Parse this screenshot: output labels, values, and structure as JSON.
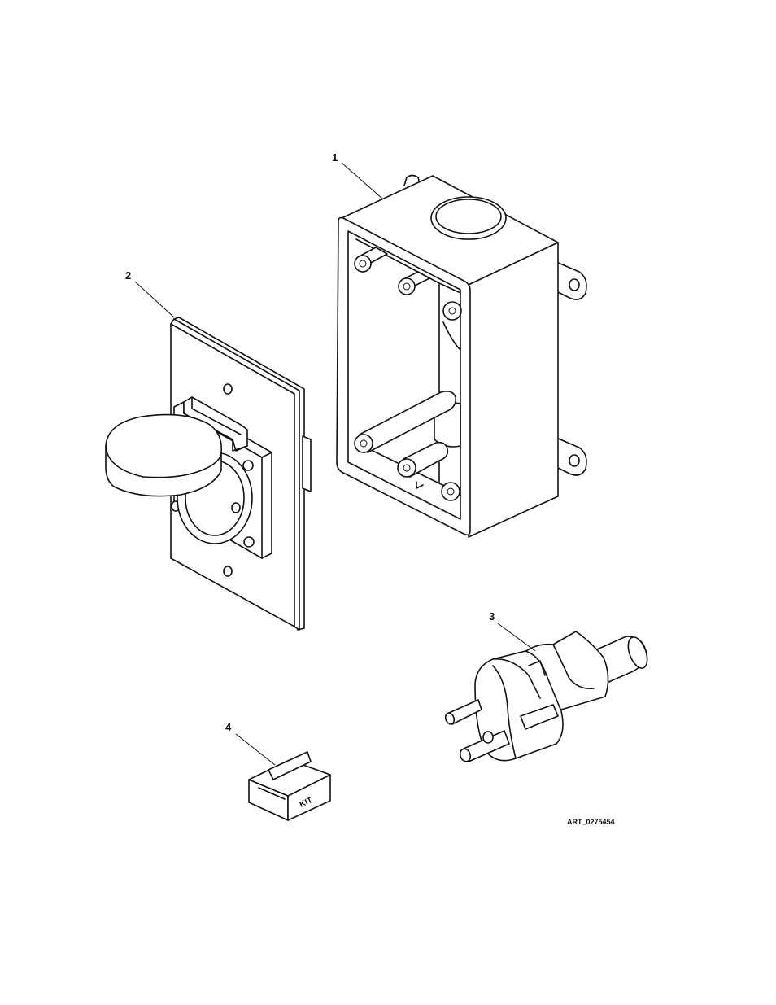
{
  "callouts": {
    "box": "1",
    "receptacle": "2",
    "plug": "3",
    "kit": "4"
  },
  "kit_label": "KIT",
  "art_number": "ART_0275454"
}
